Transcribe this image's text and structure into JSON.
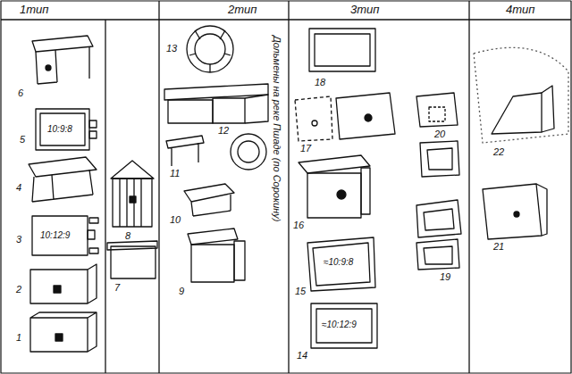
{
  "diagram": {
    "labels": [
      "1тип",
      "2тип",
      "3тип",
      "4тип",
      "Дольмены на реке Пшаде (по Сорокину)",
      "6",
      "5",
      "10:9:8",
      "4",
      "8",
      "3",
      "10:12:9",
      "13",
      "12",
      "11",
      "10",
      "7",
      "2",
      "9",
      "1",
      "18",
      "17",
      "20",
      "22",
      "16",
      "21",
      "19",
      "15",
      "≈10:9:8",
      "14",
      "≈10:12:9"
    ]
  }
}
